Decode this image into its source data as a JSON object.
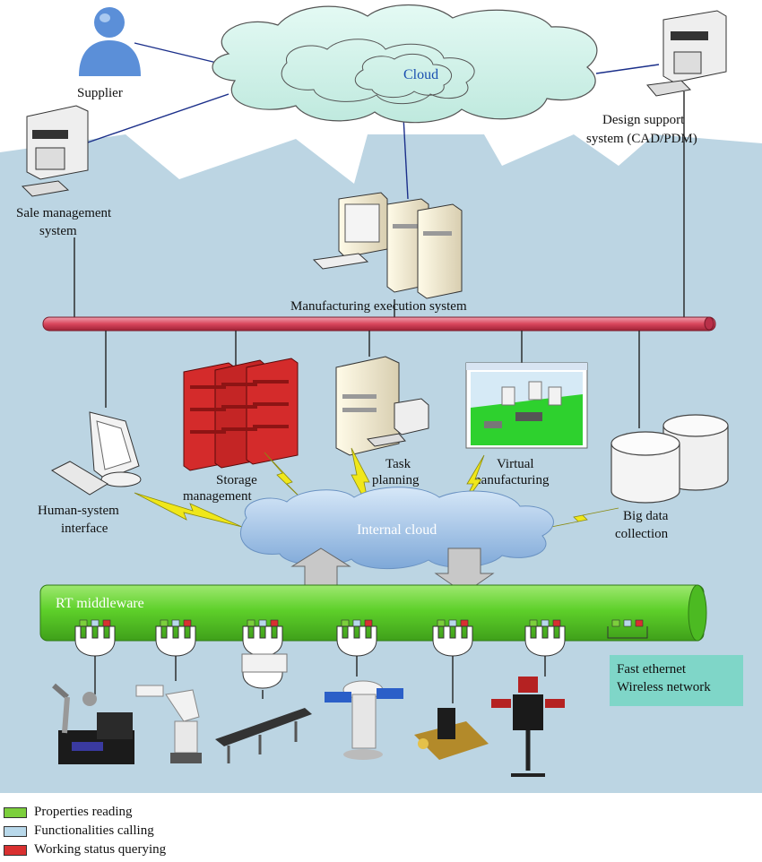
{
  "labels": {
    "supplier": "Supplier",
    "cloud": "Cloud",
    "design_support_1": "Design support",
    "design_support_2": "system (CAD/PDM)",
    "sale_mgmt_1": "Sale management",
    "sale_mgmt_2": "system",
    "mes": "Manufacturing execution system",
    "storage_1": "Storage",
    "storage_2": "management",
    "task_1": "Task",
    "task_2": "planning",
    "virtual_1": "Virtual",
    "virtual_2": "manufacturing",
    "hsi_1": "Human-system",
    "hsi_2": "interface",
    "internal_cloud": "Internal cloud",
    "big_data_1": "Big data",
    "big_data_2": "collection",
    "rt_middleware": "RT middleware"
  },
  "network_box": {
    "line1": "Fast ethernet",
    "line2": "Wireless network"
  },
  "legend": [
    {
      "label": "Properties reading",
      "color": "#7ccf3c"
    },
    {
      "label": "Functionalities calling",
      "color": "#b8d8ea"
    },
    {
      "label": "Working status querying",
      "color": "#d93030"
    }
  ],
  "colors": {
    "factory_bg": "#bcd5e3",
    "bus": "#d9465c",
    "middleware": "#6fd13a",
    "cloud": "#c9f0e8",
    "internal_cloud": "#a9c9ec",
    "lightning": "#f0e71a"
  },
  "icons": [
    "person-icon",
    "server-icon",
    "monitor-icon",
    "storage-rack-icon",
    "database-icon",
    "robot-icon",
    "conveyor-icon"
  ]
}
